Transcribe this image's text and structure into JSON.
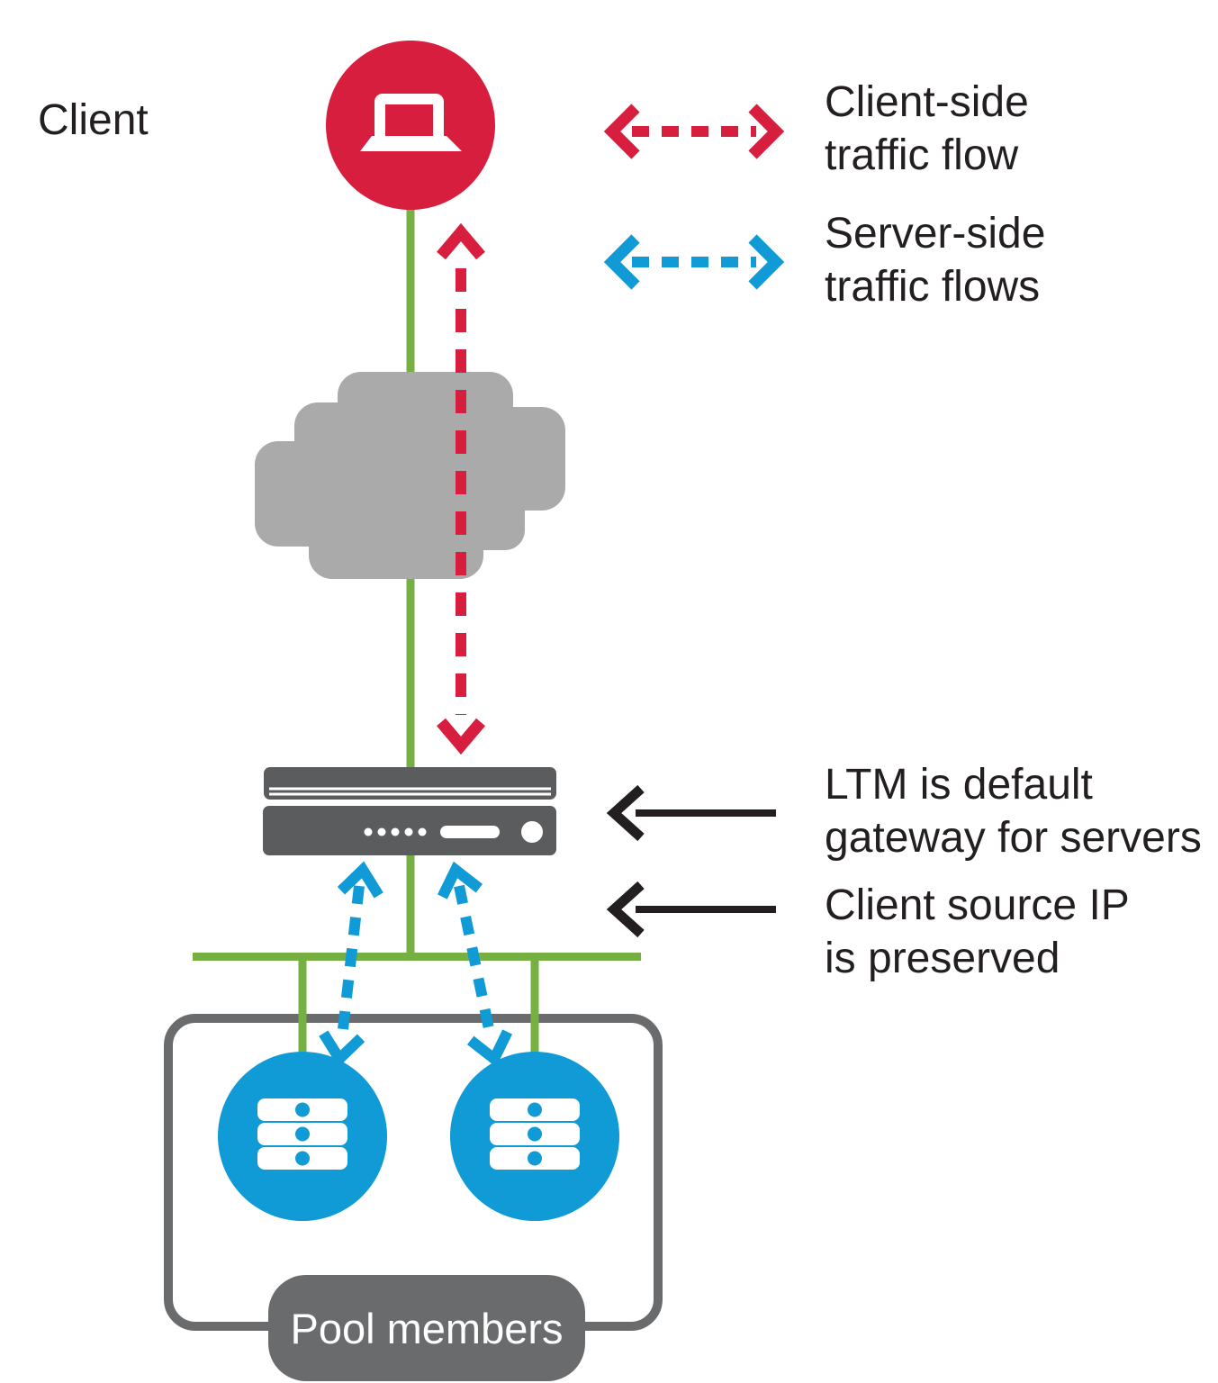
{
  "colors": {
    "red": "#D81E3F",
    "green": "#76B043",
    "blue": "#109AD6",
    "cloud_gray": "#AAAAAA",
    "device_gray": "#5B5C5E",
    "pool_gray": "#6A6B6D",
    "text": "#231F20"
  },
  "client": {
    "label": "Client"
  },
  "legend": {
    "client_side": {
      "line1": "Client-side",
      "line2": "traffic flow"
    },
    "server_side": {
      "line1": "Server-side",
      "line2": "traffic flows"
    }
  },
  "annotations": {
    "ltm_gateway": {
      "line1": "LTM is default",
      "line2": "gateway for servers"
    },
    "source_ip": {
      "line1": "Client source IP",
      "line2": "is preserved"
    }
  },
  "pool": {
    "label": "Pool members"
  },
  "icons": {
    "client": "laptop-icon",
    "internet": "cloud-icon",
    "load_balancer": "ltm-appliance-icon",
    "pool_member": "server-stack-icon",
    "client_flow": "red-dashed-double-arrow",
    "server_flow": "blue-dashed-double-arrow",
    "callout": "black-left-arrow"
  }
}
